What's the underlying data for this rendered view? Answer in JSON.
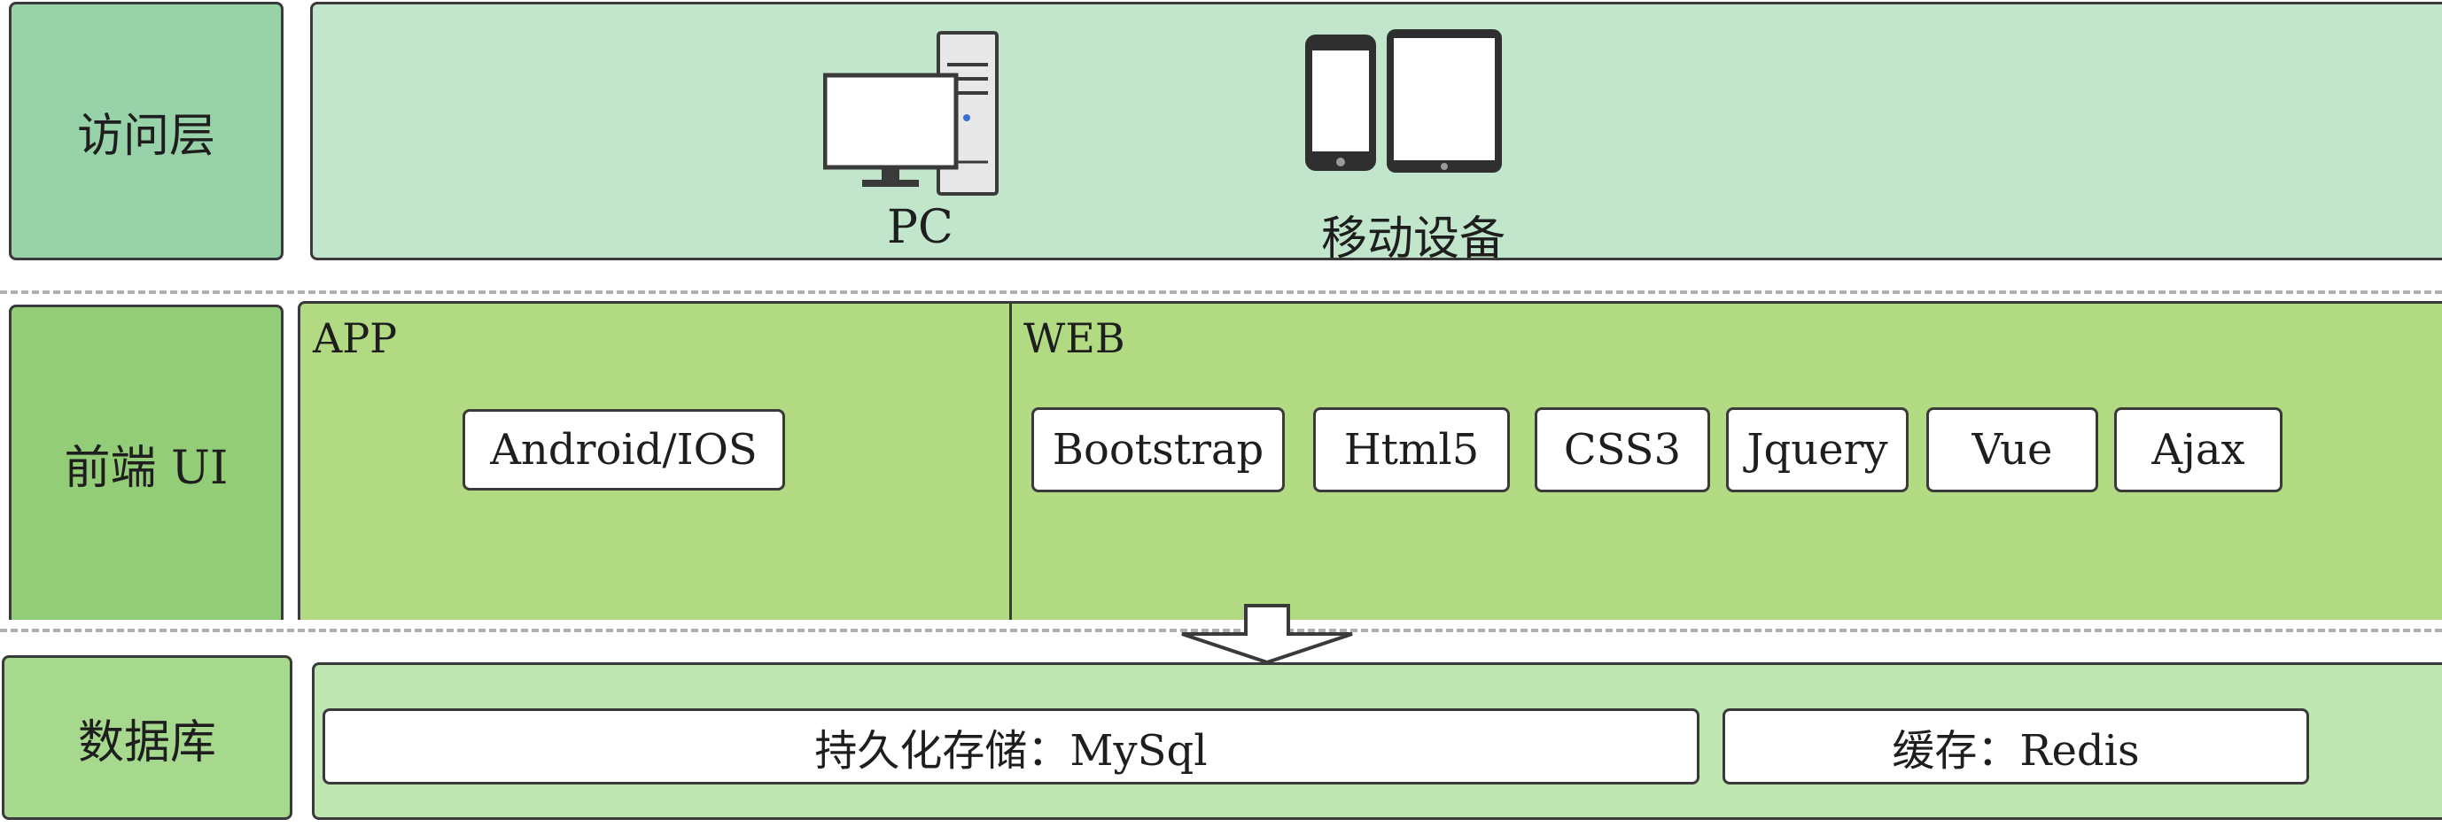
{
  "layers": {
    "access": {
      "label": "访问层",
      "devices": [
        {
          "name": "PC"
        },
        {
          "name": "移动设备"
        }
      ]
    },
    "frontend": {
      "label": "前端 UI",
      "app": {
        "title": "APP",
        "items": [
          "Android/IOS"
        ]
      },
      "web": {
        "title": "WEB",
        "items": [
          "Bootstrap",
          "Html5",
          "CSS3",
          "Jquery",
          "Vue",
          "Ajax"
        ]
      }
    },
    "database": {
      "label": "数据库",
      "persistent": "持久化存储：MySql",
      "cache": "缓存：Redis"
    }
  },
  "colors": {
    "access_label_bg": "#97d2a8",
    "access_bg": "#c1e6cb",
    "frontend_label_bg": "#94cd77",
    "frontend_bg": "#b2da82",
    "db_label_bg": "#a6d98d",
    "db_bg": "#bfe5b1"
  }
}
